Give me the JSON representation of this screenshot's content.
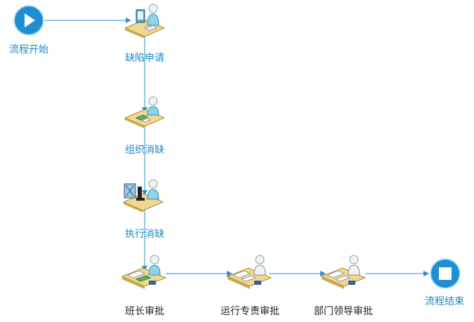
{
  "colors": {
    "connector": "#2a8fcb",
    "label": "#1e88c8",
    "event_fill": "#1f8ed3",
    "event_stroke": "#bfe3f6",
    "desk": "#f1d891",
    "desk_dark": "#c9a94e",
    "person": "#8fd3ea",
    "person_skin": "#f2f2f2"
  },
  "start": {
    "label": "流程开始",
    "icon": "play-icon"
  },
  "end": {
    "label": "流程结束",
    "icon": "stop-icon"
  },
  "tasks": [
    {
      "id": "defect-apply",
      "label": "缺陷申请",
      "icon": "computer-worker-icon"
    },
    {
      "id": "organize-fix",
      "label": "组织消缺",
      "icon": "desk-worker-icon"
    },
    {
      "id": "execute-fix",
      "label": "执行消缺",
      "icon": "lab-worker-icon"
    },
    {
      "id": "leader-approve",
      "label": "班长审批",
      "icon": "approver-icon"
    },
    {
      "id": "ops-approve",
      "label": "运行专责审批",
      "icon": "approver-icon"
    },
    {
      "id": "dept-approve",
      "label": "部门领导审批",
      "icon": "approver-icon"
    }
  ]
}
